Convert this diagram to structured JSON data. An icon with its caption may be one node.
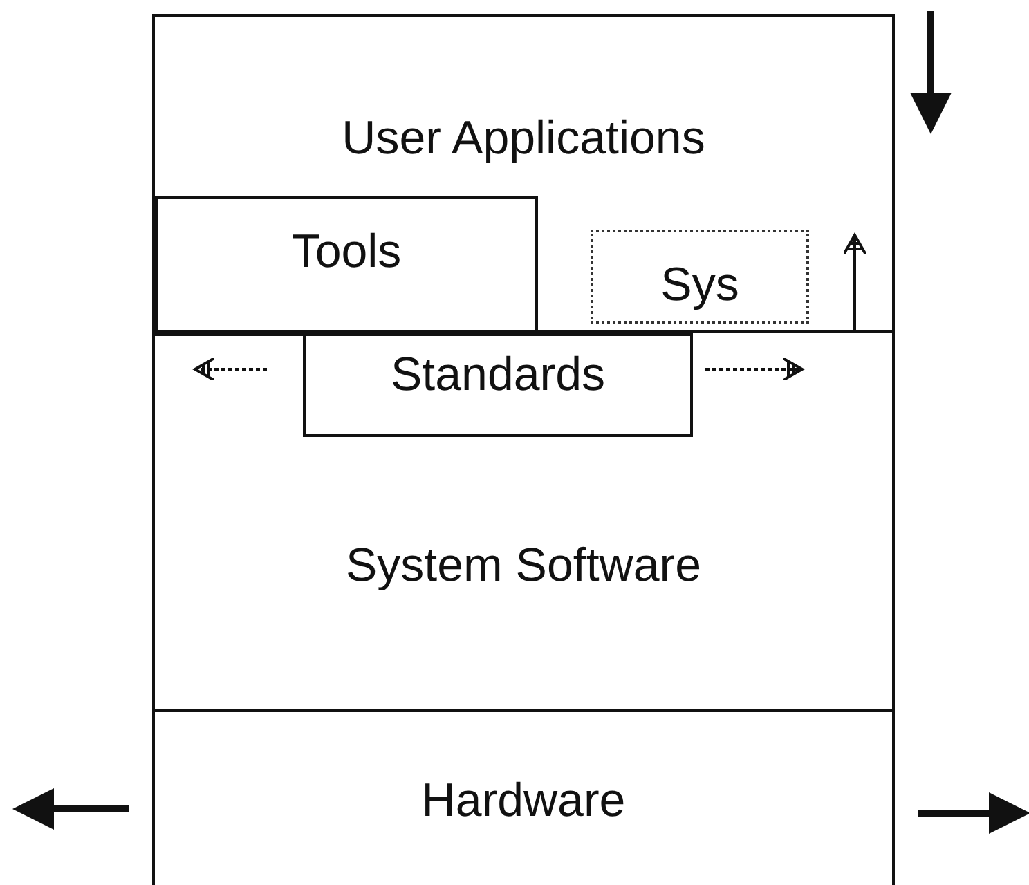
{
  "diagram": {
    "nodes": [
      {
        "text": [
          "User Applications"
        ]
      },
      {
        "text": [
          "Tools"
        ],
        "in": 0
      },
      {
        "text": [
          "Sys"
        ],
        "in": 0
      },
      {
        "text": [
          "System Software"
        ]
      },
      {
        "text": [
          "Standards"
        ],
        "in": 3
      },
      {
        "text": [
          "Hardware"
        ]
      }
    ]
  }
}
